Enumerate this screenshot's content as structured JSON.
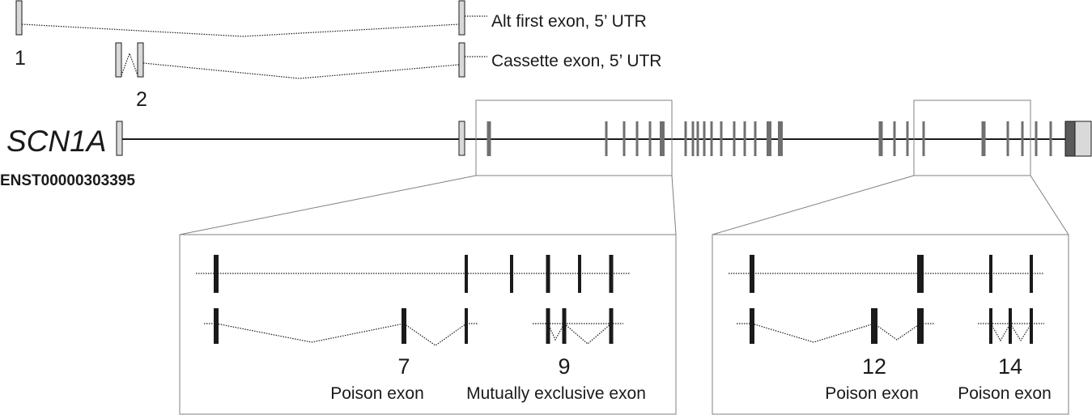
{
  "gene": {
    "name": "SCN1A",
    "transcript_id": "ENST00000303395"
  },
  "alt_isoforms": [
    {
      "number": "1",
      "description": "Alt first exon, 5’ UTR"
    },
    {
      "number": "2",
      "description": "Cassette exon, 5’ UTR"
    }
  ],
  "insets": [
    {
      "events": [
        {
          "number": "7",
          "type": "Poison exon"
        },
        {
          "number": "9",
          "type": "Mutually exclusive exon"
        }
      ]
    },
    {
      "events": [
        {
          "number": "12",
          "type": "Poison exon"
        },
        {
          "number": "14",
          "type": "Poison exon"
        }
      ]
    }
  ],
  "colors": {
    "line": "#1a1a1a",
    "coding_exon": "#707070",
    "utr_exon_fill": "#d9d9d9",
    "utr_3prime_dark": "#5a5a5a",
    "inset_exon": "#1a1a1a",
    "box_border": "#808080"
  }
}
